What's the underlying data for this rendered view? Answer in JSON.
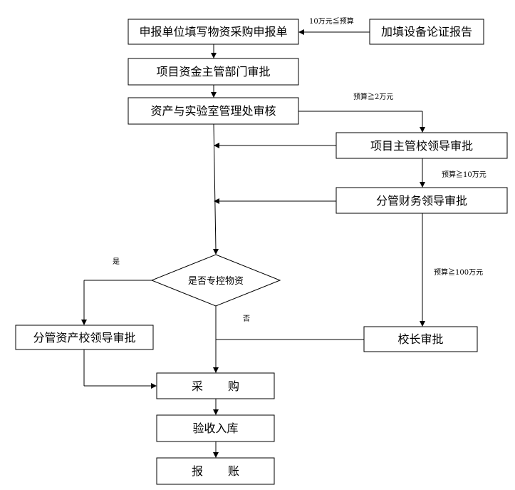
{
  "nodes": {
    "apply": "申报单位填写物资采购申报单",
    "demo_report": "加填设备论证报告",
    "fund_dept": "项目资金主管部门审批",
    "asset_lab": "资产与实验室管理处审核",
    "project_leader": "项目主管校领导审批",
    "finance_leader": "分管财务领导审批",
    "decision": "是否专控物资",
    "asset_leader": "分管资产校领导审批",
    "president": "校长审批",
    "purchase": "采 购",
    "accept": "验收入库",
    "reimburse": "报 账"
  },
  "labels": {
    "budget_10_demo": "10万元≦预算",
    "budget_2": "预算≧2万元",
    "budget_10": "预算≧10万元",
    "budget_100": "预算≧100万元",
    "yes": "是",
    "no": "否"
  }
}
